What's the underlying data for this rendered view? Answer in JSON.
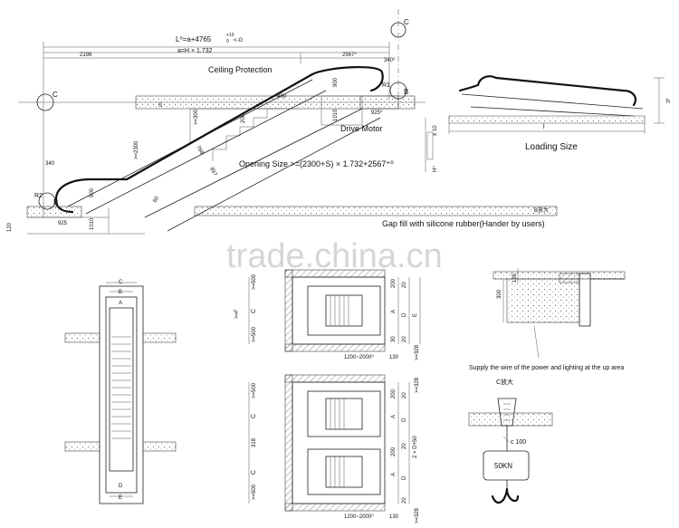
{
  "side_view": {
    "ceiling_protection": "Ceiling Protection",
    "drive_motor": "Drive Motor",
    "opening_size": "Opening Size >=(2300+S) × 1.732+2567⁺⁰",
    "gap_fill": "Gap fill with silicone rubber(Hander by users)",
    "L_formula": "L⁰=a+4765",
    "L_tol_top": "+10",
    "L_tol_bottom": "0",
    "L_arrow": "<-G",
    "a_formula": "a=H × 1.732",
    "dim_2198": "2198",
    "dim_2567": "2567⁰",
    "dim_340_top": "340⁰",
    "dim_R1": "R1",
    "dim_R2": "R2",
    "dim_900_top": "900",
    "dim_1010_top": "1010",
    "dim_925_top": "925⁰",
    "dim_400": "400",
    "dim_300": ">=300",
    "dim_200": "200",
    "dim_S": "S",
    "dim_2300": ">=2300",
    "dim_768": "768",
    "dim_897": "897",
    "dim_340_bottom": "340",
    "dim_900_bottom": "900",
    "dim_1010_bottom": "1010",
    "dim_925_bottom": "925",
    "dim_120": "120",
    "dim_60": "60",
    "dim_10": "± 10",
    "dim_H": "H⁺",
    "circle_C": "C",
    "circle_B": "B"
  },
  "loading": {
    "label": "Loading Size",
    "h": "h",
    "l": "l"
  },
  "b_detail_label": "B放大",
  "c_detail_label": "C放大",
  "watermark": "trade.china.cn",
  "plan_view": {
    "labels": [
      "C",
      "B",
      "A",
      "D",
      "E"
    ]
  },
  "single_pit": {
    "ge_500_top": ">=500",
    "ge_500_bottom": ">=500",
    "ge_F": ">=F",
    "C": "C",
    "A": "A",
    "D": "D",
    "E": "E",
    "d200": "200",
    "d20_top": "20",
    "d20_bottom": "20",
    "d30": "30",
    "width": "1200~2000⁰",
    "d130": "130",
    "d328": ">=328"
  },
  "double_pit": {
    "ge_500_top": ">=500",
    "ge_500_bottom": ">=500",
    "C1": "C",
    "C2": "C",
    "d318": "318",
    "A1": "A",
    "A2": "A",
    "D1": "D",
    "D2": "D",
    "d200a": "200",
    "d200b": "200",
    "d20a": "20",
    "d20b": "20",
    "d20c": "20",
    "total": "2 × D+50",
    "width": "1200~2000⁰",
    "d130": "130",
    "d328_top": ">=328",
    "d328_bottom": ">=328"
  },
  "upper_detail": {
    "d300": "300",
    "d135": "135",
    "note": "Supply the wire of the power and lighting at the up area"
  },
  "hook": {
    "c100": "c 100",
    "load": "50KN"
  }
}
